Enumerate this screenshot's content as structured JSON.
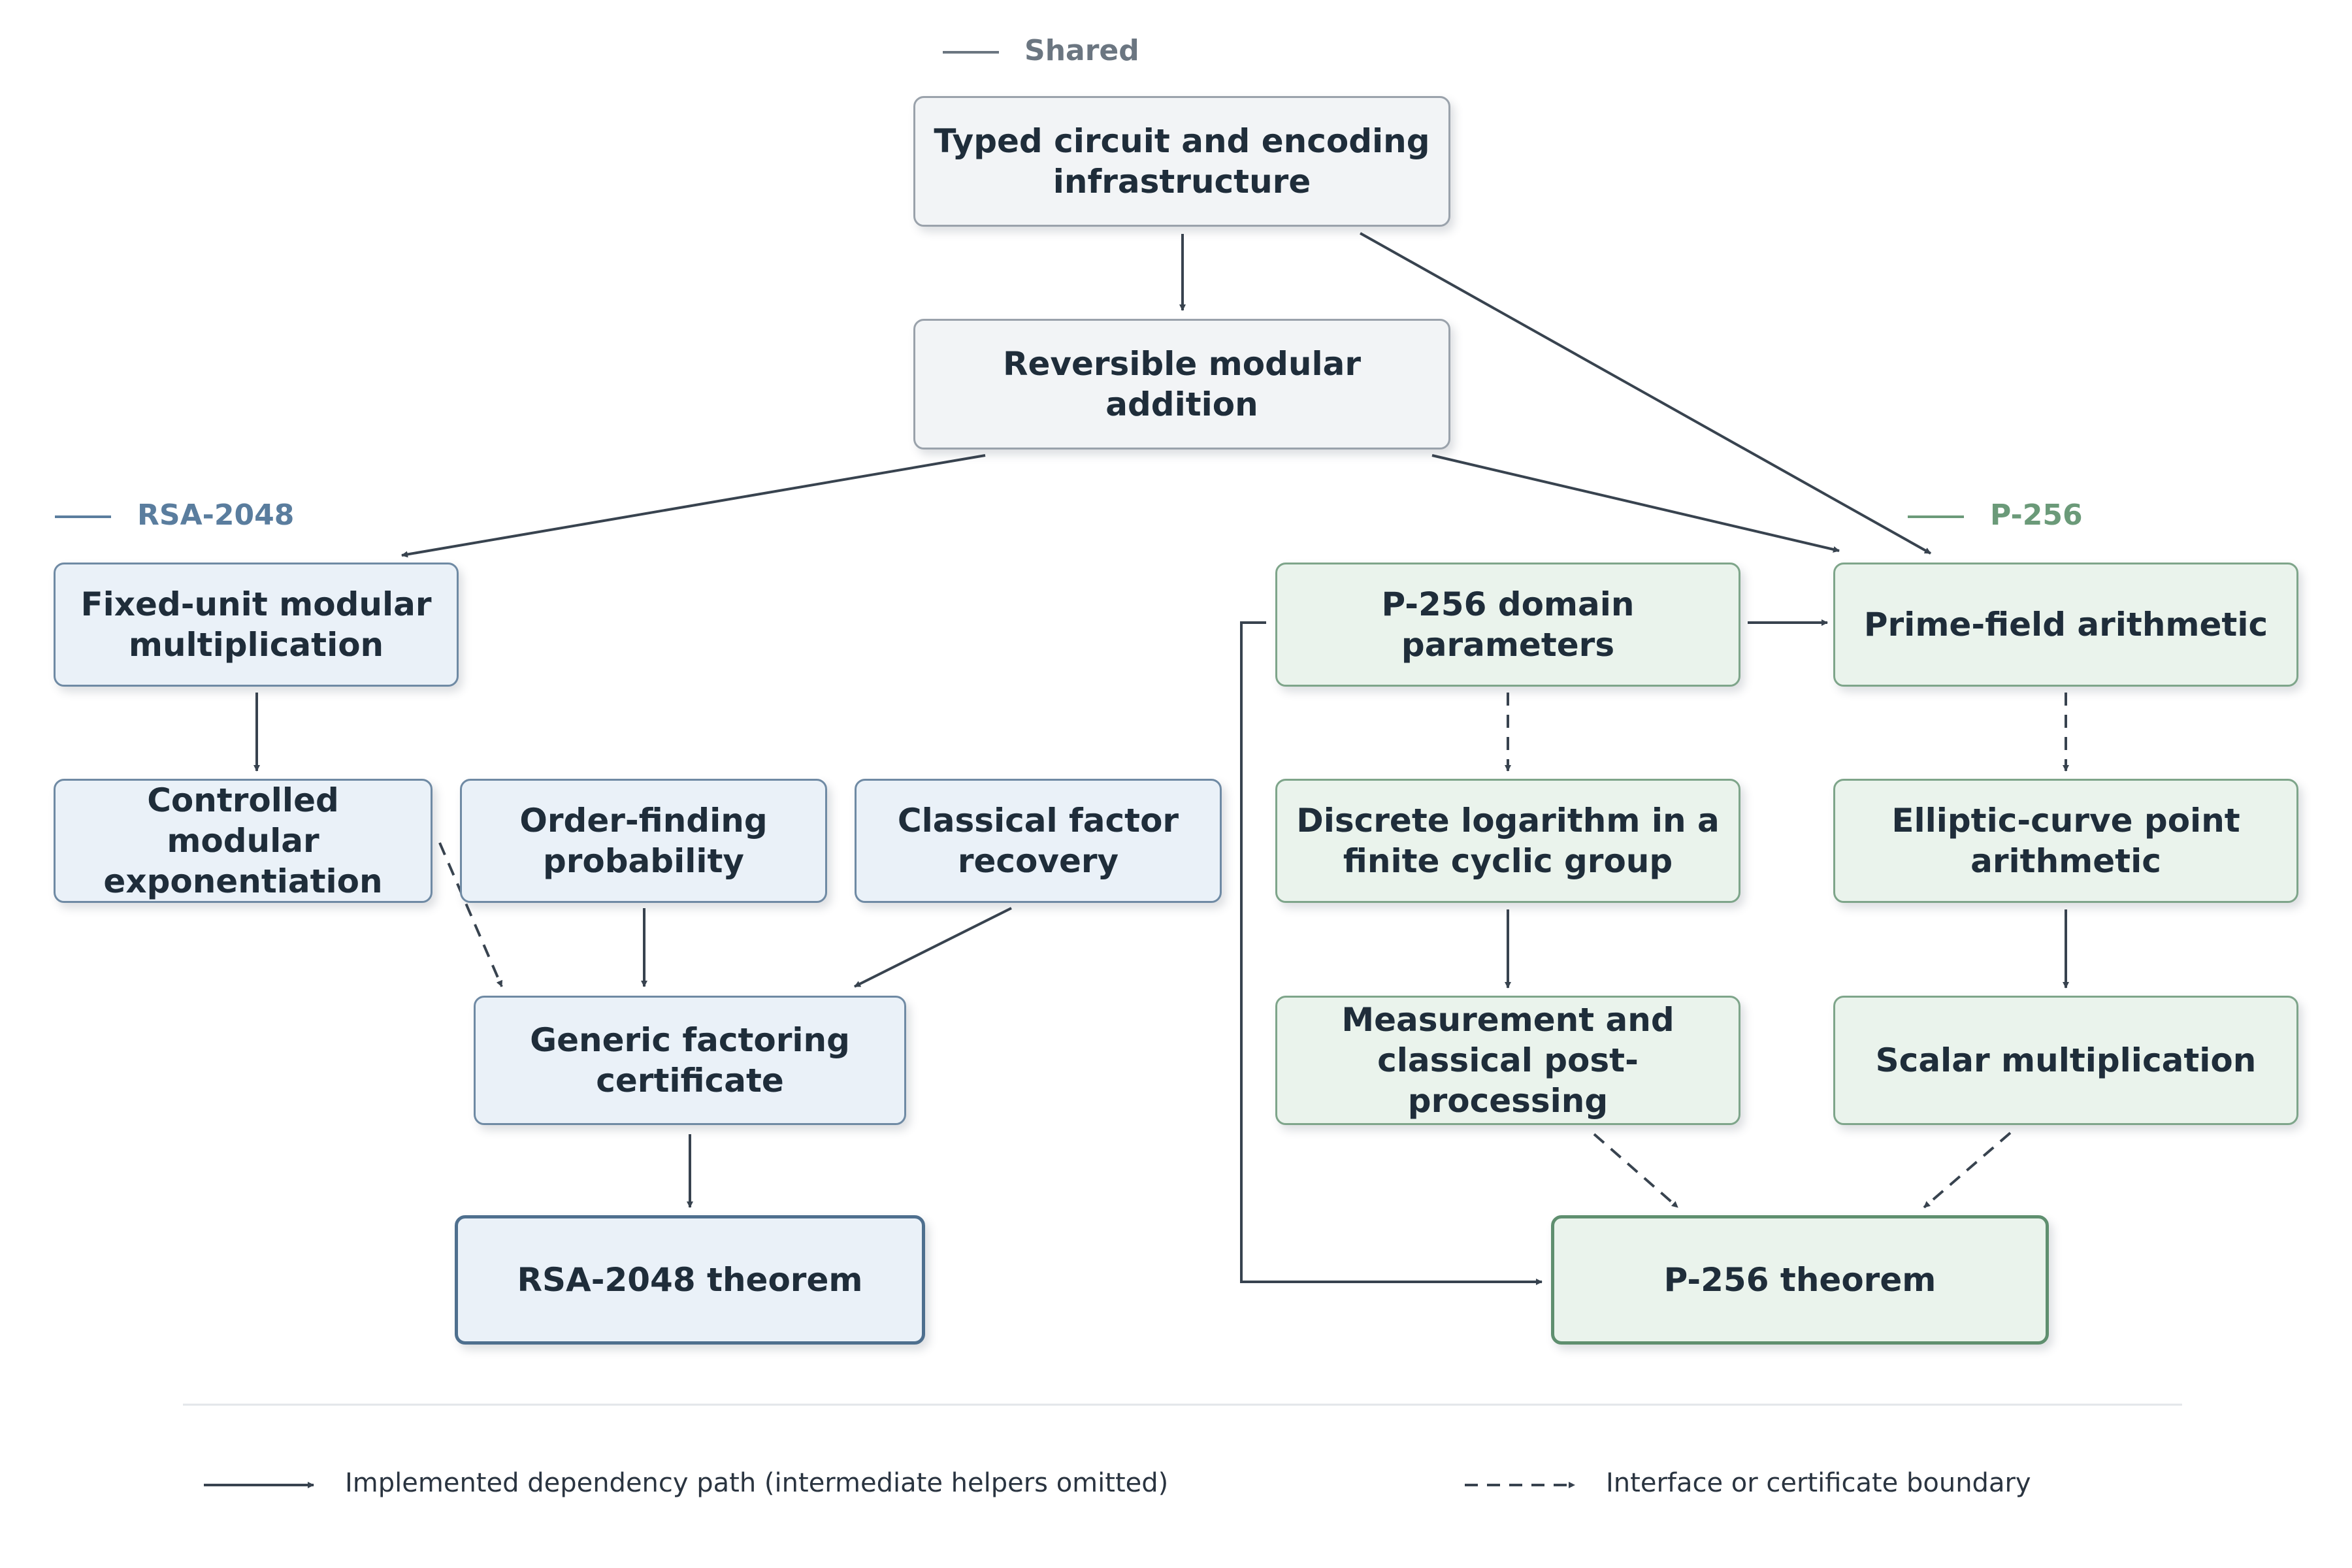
{
  "groups": {
    "shared": {
      "label": "Shared",
      "color": "#6b7681"
    },
    "rsa": {
      "label": "RSA-2048",
      "color": "#5a7d9e"
    },
    "p256": {
      "label": "P-256",
      "color": "#6b9a79"
    }
  },
  "nodes": {
    "typed_circuit": "Typed circuit and encoding infrastructure",
    "reversible_addition": "Reversible modular addition",
    "fixed_unit_mult": "Fixed-unit modular multiplication",
    "controlled_exp": "Controlled modular exponentiation",
    "order_finding": "Order-finding probability",
    "classical_factor": "Classical factor recovery",
    "generic_factoring": "Generic factoring certificate",
    "rsa_theorem": "RSA-2048 theorem",
    "p256_domain": "P-256 domain parameters",
    "prime_field": "Prime-field arithmetic",
    "discrete_log": "Discrete logarithm in a finite cyclic group",
    "ec_point": "Elliptic-curve point arithmetic",
    "measurement": "Measurement and classical post-processing",
    "scalar_mult": "Scalar multiplication",
    "p256_theorem": "P-256 theorem"
  },
  "legend": {
    "solid": "Implemented dependency path (intermediate helpers omitted)",
    "dashed": "Interface or certificate boundary"
  },
  "colors": {
    "edge": "#38434f",
    "divider": "#e3e6e9"
  }
}
